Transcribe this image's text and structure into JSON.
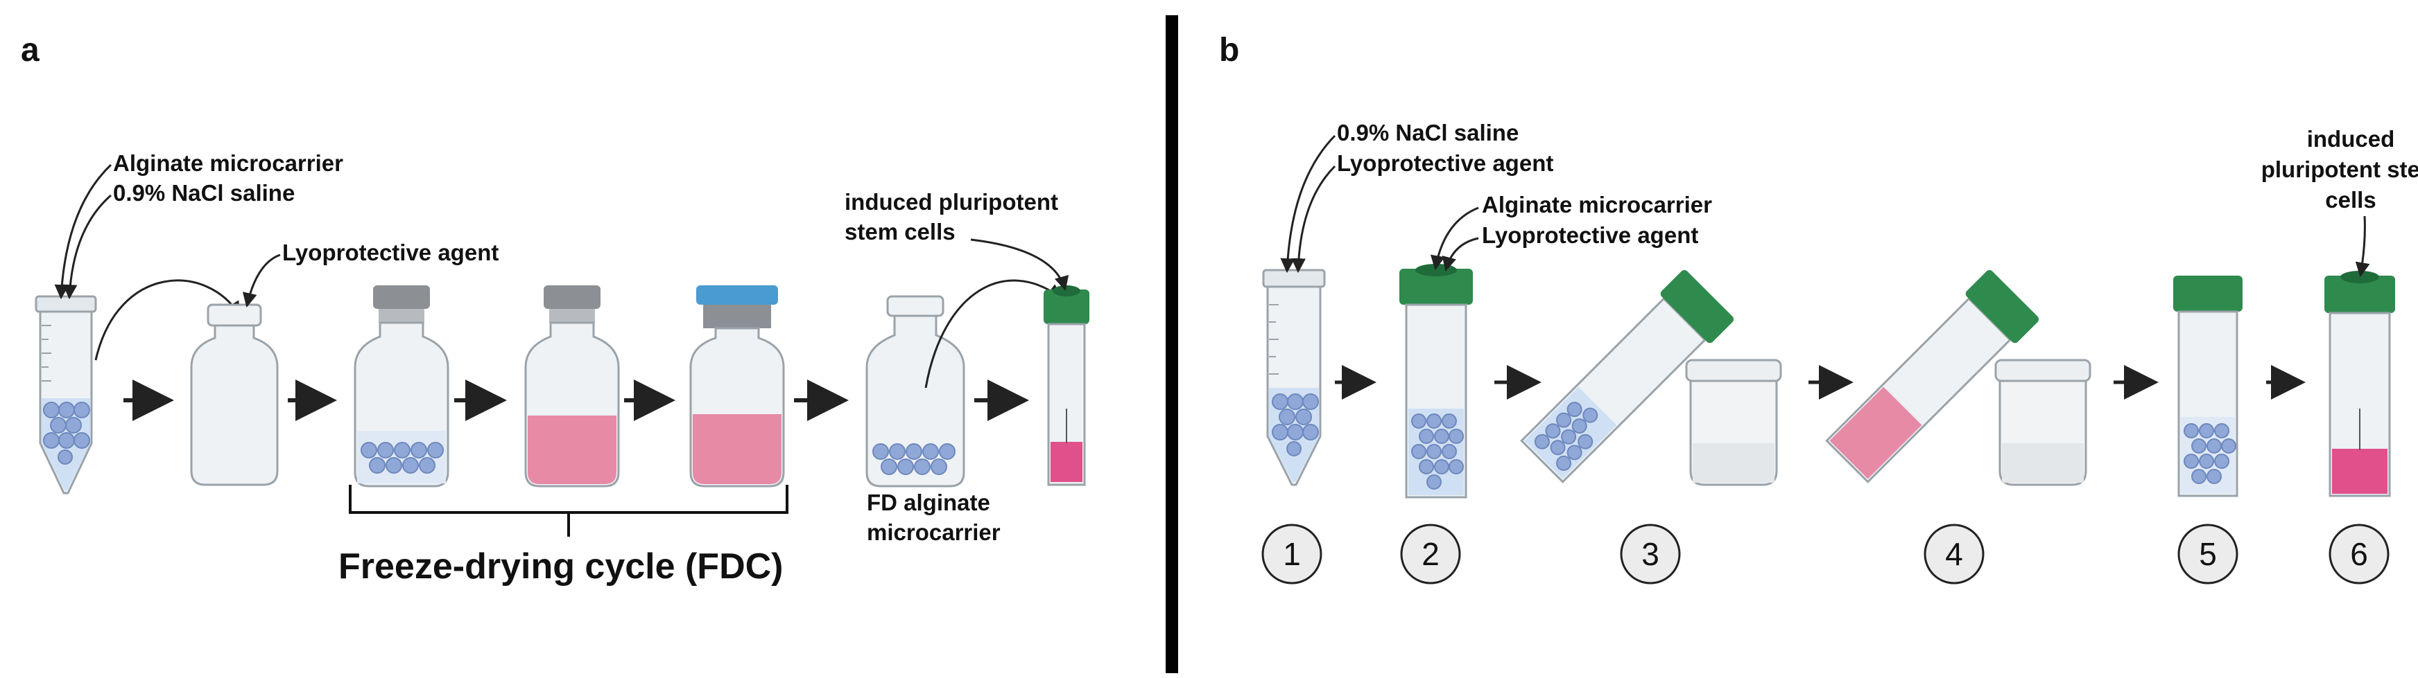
{
  "panel_a": {
    "letter": "a",
    "label_tube_line1": "Alginate microcarrier",
    "label_tube_line2": "0.9% NaCl saline",
    "label_lyo": "Lyoprotective agent",
    "label_ipsc_line1": "induced pluripotent",
    "label_ipsc_line2": "stem cells",
    "label_fd_line1": "FD alginate",
    "label_fd_line2": "microcarrier",
    "fdc_title": "Freeze-drying cycle (FDC)"
  },
  "panel_b": {
    "letter": "b",
    "label_tube_line1": "0.9% NaCl saline",
    "label_tube_line2": "Lyoprotective agent",
    "label_alg_line1": "Alginate microcarrier",
    "label_alg_line2": "Lyoprotective agent",
    "label_ipsc_line1": "induced",
    "label_ipsc_line2": "pluripotent stem",
    "label_ipsc_line3": "cells",
    "steps": [
      "1",
      "2",
      "3",
      "4",
      "5",
      "6"
    ]
  },
  "colors": {
    "glass": "#e9eef2",
    "glass_stroke": "#9aa3aa",
    "liquid_blue": "#cfe0f4",
    "bead_blue": "#8fa8d8",
    "pink_dry": "#e78aa6",
    "pink_liquid": "#e0508a",
    "green_cap": "#2f8a4e",
    "blue_cap": "#4a9bd0",
    "grey_cap": "#8c9095",
    "divider": "#000000"
  }
}
